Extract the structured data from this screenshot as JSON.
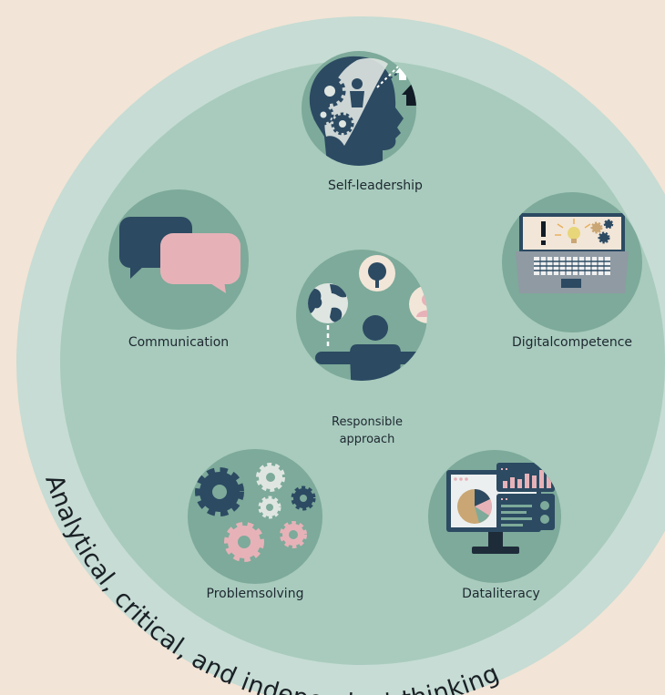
{
  "colors": {
    "background": "#f2e4d6",
    "outer_ring": "#c6dcd4",
    "inner_disc": "#a8cbbd",
    "icon_circle": "#7daa9a",
    "navy": "#2c4a62",
    "pink": "#e6b2b8",
    "cream": "#f2e6d8",
    "tan": "#c9a673"
  },
  "diagram": {
    "outer_label": "Analytical, critical, and independent thinking",
    "competences": [
      {
        "id": "self-leadership",
        "label": "Self-leadership",
        "icon": "head-gears-arrows-icon"
      },
      {
        "id": "communication",
        "label": "Communication",
        "icon": "speech-bubbles-icon"
      },
      {
        "id": "digital-competence",
        "label": "Digitalcompetence",
        "icon": "laptop-icon"
      },
      {
        "id": "responsible-approach",
        "label_line1": "Responsible",
        "label_line2": "approach",
        "icon": "person-balance-icon"
      },
      {
        "id": "problem-solving",
        "label": "Problemsolving",
        "icon": "gears-icon"
      },
      {
        "id": "data-literacy",
        "label": "Dataliteracy",
        "icon": "monitor-dashboard-icon"
      }
    ]
  }
}
